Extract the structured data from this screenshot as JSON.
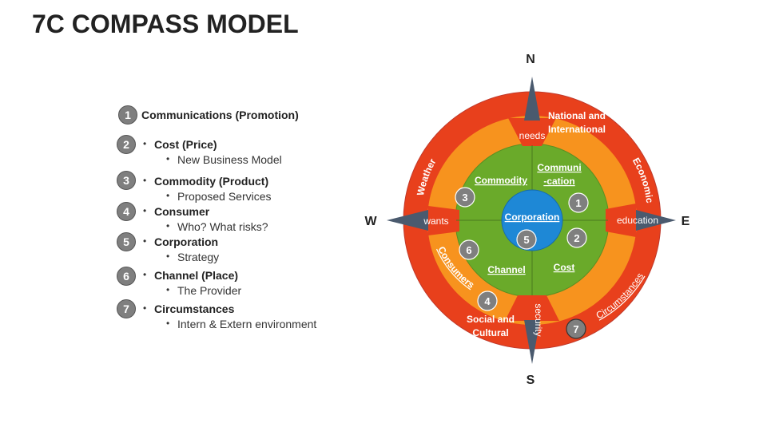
{
  "title": "7C COMPASS MODEL",
  "list": [
    {
      "num": "1",
      "label": "Communications (Promotion)",
      "sub": ""
    },
    {
      "num": "2",
      "label": "Cost (Price)",
      "sub": "New Business Model"
    },
    {
      "num": "3",
      "label": "Commodity (Product)",
      "sub": "Proposed Services"
    },
    {
      "num": "4",
      "label": "Consumer",
      "sub": "Who? What risks?"
    },
    {
      "num": "5",
      "label": "Corporation",
      "sub": "Strategy"
    },
    {
      "num": "6",
      "label": "Channel (Place)",
      "sub": "The Provider"
    },
    {
      "num": "7",
      "label": "Circumstances",
      "sub": "Intern & Extern environment"
    }
  ],
  "compass": {
    "directions": {
      "n": "N",
      "s": "S",
      "e": "E",
      "w": "W"
    },
    "center": "Corporation",
    "inner": {
      "commodity": "Commodity",
      "communication_1": "Communi",
      "communication_2": "-cation",
      "channel": "Channel",
      "cost": "Cost"
    },
    "middle": {
      "needs": "needs",
      "wants": "wants",
      "education": "education",
      "security": "security",
      "consumers": "Consumers"
    },
    "outer": {
      "national_1": "National and",
      "national_2": "International",
      "weather": "Weather",
      "economic": "Economic",
      "circumstances": "Circumstances",
      "social_1": "Social and",
      "social_2": "Cultural"
    },
    "badges": {
      "b1": "1",
      "b2": "2",
      "b3": "3",
      "b4": "4",
      "b5": "5",
      "b6": "6",
      "b7": "7"
    },
    "colors": {
      "outer_ring": "#e8401c",
      "middle_ring": "#f7931e",
      "inner_circle": "#6aaa2a",
      "center_circle": "#1e88d6",
      "needle": "#4a5a6e",
      "badge": "#7f7f7f"
    }
  }
}
